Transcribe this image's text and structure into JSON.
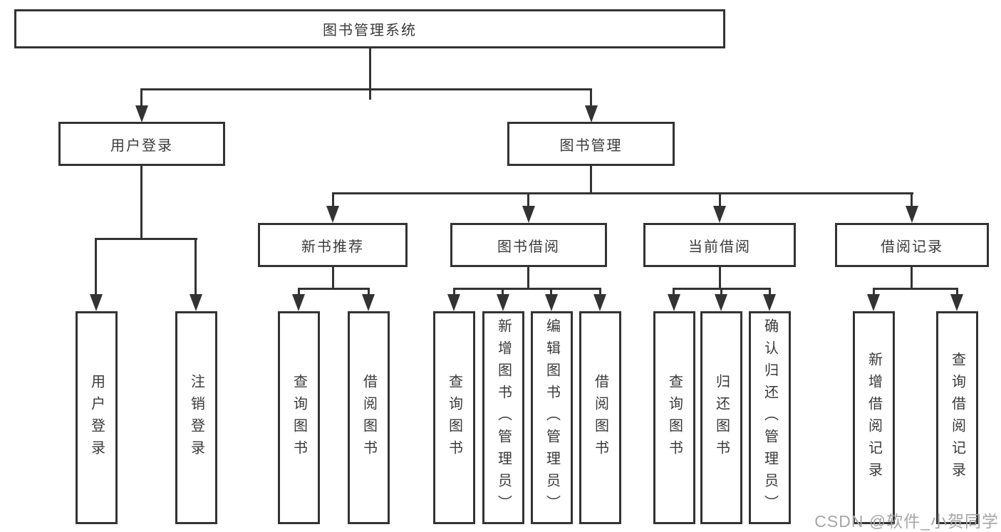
{
  "tree": {
    "label": "图书管理系统",
    "children": [
      {
        "label": "用户登录",
        "children": [
          {
            "label": "用户登录"
          },
          {
            "label": "注销登录"
          }
        ]
      },
      {
        "label": "图书管理",
        "children": [
          {
            "label": "新书推荐",
            "children": [
              {
                "label": "查询图书"
              },
              {
                "label": "借阅图书"
              }
            ]
          },
          {
            "label": "图书借阅",
            "children": [
              {
                "label": "查询图书"
              },
              {
                "label": "新增图书（管理员）"
              },
              {
                "label": "编辑图书（管理员）"
              },
              {
                "label": "借阅图书"
              }
            ]
          },
          {
            "label": "当前借阅",
            "children": [
              {
                "label": "查询图书"
              },
              {
                "label": "归还图书"
              },
              {
                "label": "确认归还（管理员）"
              }
            ]
          },
          {
            "label": "借阅记录",
            "children": [
              {
                "label": "新增借阅记录"
              },
              {
                "label": "查询借阅记录"
              }
            ]
          }
        ]
      }
    ]
  },
  "watermark": {
    "text": "CSDN @软件_小贺同学"
  },
  "colors": {
    "line": "#333333",
    "text": "#3a3a3a",
    "background": "#ffffff",
    "watermark": "#a6a6a6"
  }
}
